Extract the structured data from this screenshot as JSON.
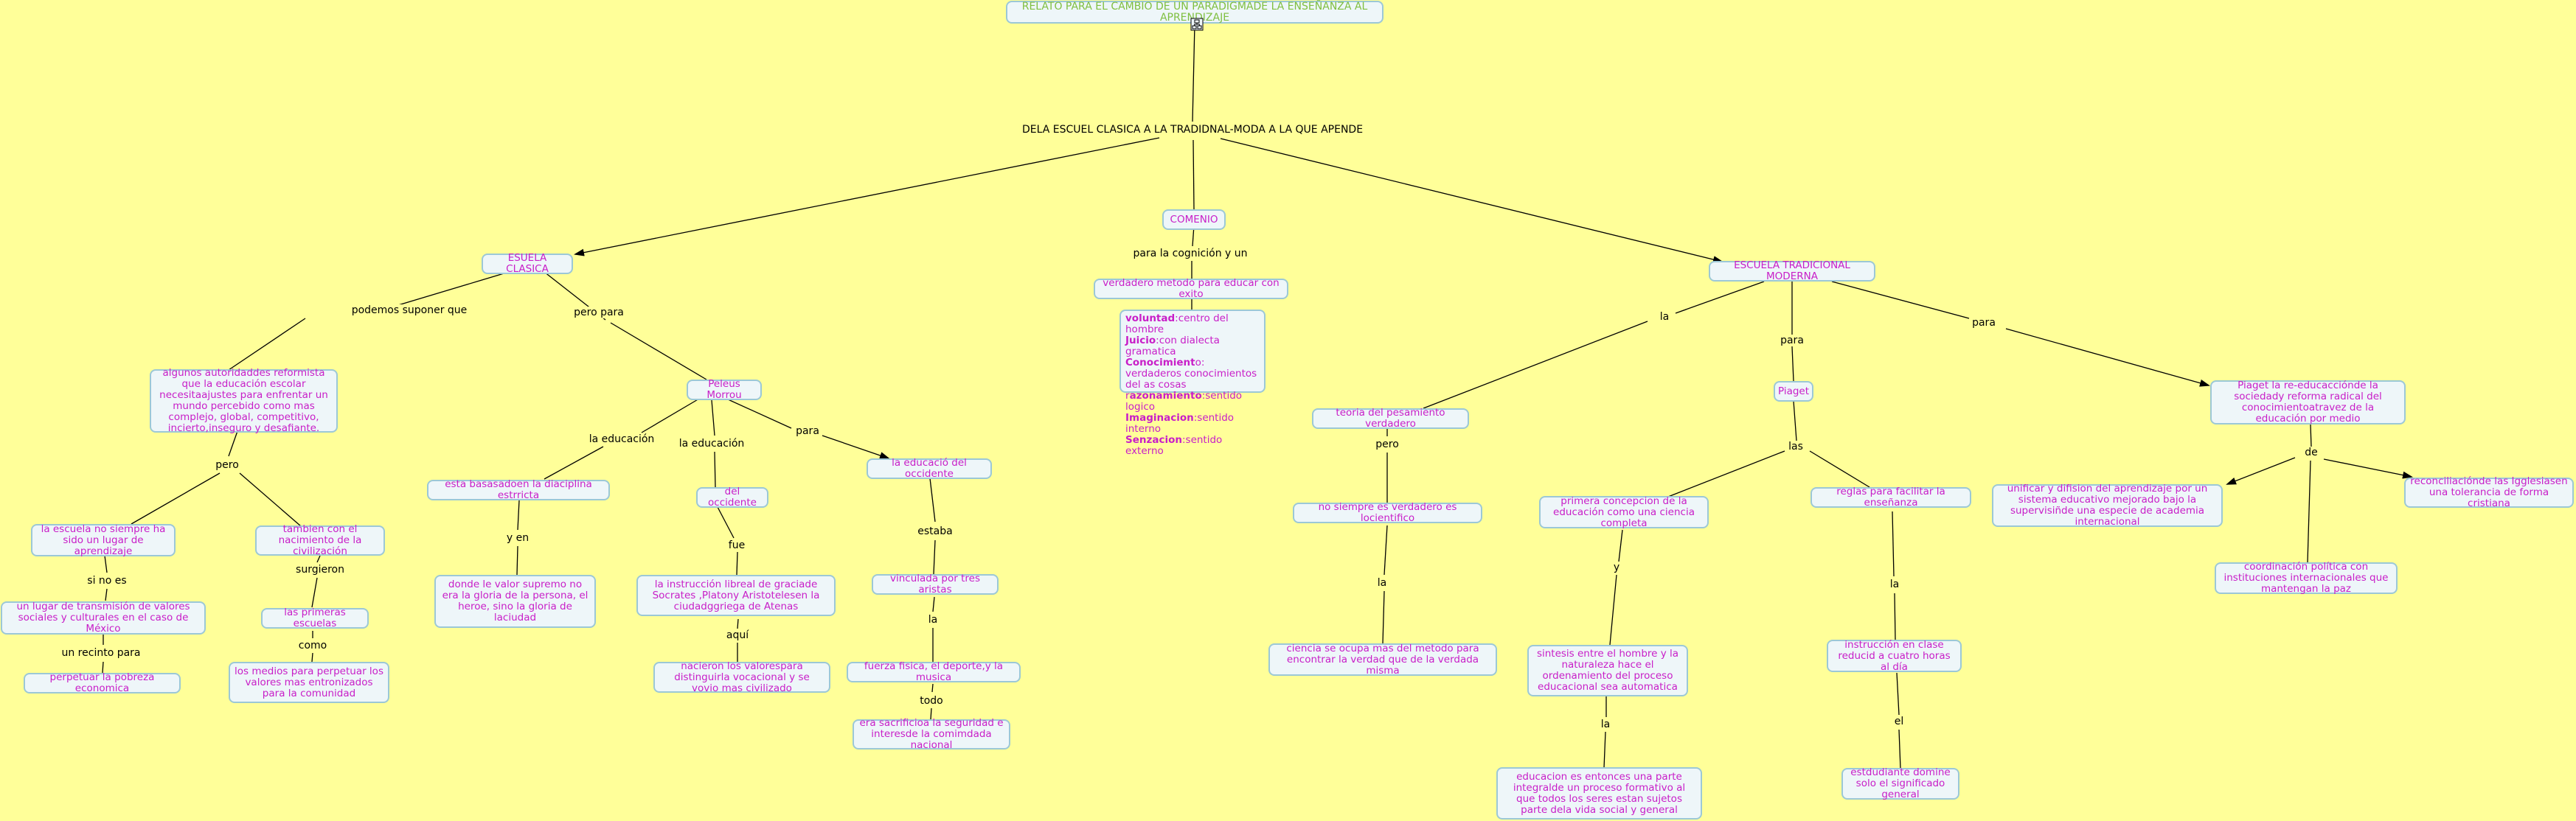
{
  "title": "RELATO PARA EL CAMBIO DE UN PARADIGMADE LA ENSEÑANZA AL APRENDIZAJE",
  "root_link": "DELA ESCUEL CLASICA A LA TRADIDNAL-MODA A LA QUE APENDE",
  "concepts": {
    "comenio": "COMENIO",
    "comenio_link": "para la cognición y un",
    "metodo": "verdadero metodo para educar con exito",
    "facultades": [
      {
        "term": "voluntad",
        "desc": ":centro del hombre"
      },
      {
        "term": "Juicio",
        "desc": ":con dialecta gramatica"
      },
      {
        "term": "Conocimient",
        "desc": "o: verdaderos conocimientos del as cosas"
      },
      {
        "term": "r",
        "desc": ""
      },
      {
        "term": "azonamiento",
        "desc": ":sentido logico"
      },
      {
        "term": "Imaginacion",
        "desc": ":sentido interno"
      },
      {
        "term": "Senzacion",
        "desc": ":sentido externo"
      }
    ],
    "clasica": "ESUELA CLASICA",
    "podemos": "podemos suponer que",
    "pero_para": "pero para",
    "autoridades": "algunos autoridaddes reformista que la educación escolar necesitaajustes para enfrentar un mundo percebido como mas complejo, global, competitivo, incierto,inseguro y desafiante.",
    "pero1": "pero",
    "escuela_no": "la escuela no siempre ha sido un lugar de aprendizaje",
    "si_no_es": "si no es",
    "lugar_transmision": "un lugar de transmisión de valores sociales y culturales en el caso de México",
    "recinto": "un recinto para",
    "pobreza": "perpetuar la pobreza economica",
    "nacimiento": "tambien con el nacimiento de la civilización",
    "surgieron": "surgieron",
    "primeras": "las primeras escuelas",
    "como": "como",
    "medios": "los medios para perpetuar los valores mas entronizados para la comunidad",
    "peleus": "Peleus Morrou",
    "la_educacion1": "la educación",
    "la_educacion2": "la educación",
    "para1": "para",
    "disciplina": "esta basasadoen la diaciplina estrricta",
    "y_en": "y en",
    "valor_supremo": "donde le valor supremo no era la gloria de la persona, el heroe, sino la gloria de laciudad",
    "occidente": "del occidente",
    "fue": "fue",
    "instruccion_libreal": "la instrucción libreal de graciade Socrates ,Platony Aristotelesen la ciudadggriega de Atenas",
    "aqui": "aquí",
    "nacieron": "nacieron los valorespara distinguirla vocacional y se vovio mas civilizado",
    "educacio_occidente": "la educació del occidente",
    "estaba": "estaba",
    "vinculada": "vinculada por tres aristas",
    "la_a": "la",
    "fuerza": "fuerza fisica, el deporte,y la musica",
    "todo": "todo",
    "sacrificioa": "era sacrificioa la seguridad e interesde la comimdada nacional",
    "tradicional": "ESCUELA TRADICIONAL MODERNA",
    "la_t": "la",
    "para_t": "para",
    "para_t2": "para",
    "teoria": "teoria del pesamiento verdadero",
    "pero2": "pero",
    "no_siempre": "no siempre es verdadero es locientifico",
    "la_b": "la",
    "ciencia": "ciencia se ocupa mas del metodo para encontrar la verdad que de la verdada misma",
    "piaget": "Piaget",
    "las": "las",
    "primera_concepcion": "primera concepcion de la educación como una ciencia completa",
    "y": "y",
    "sintesis": "sintesis entre el hombre y la naturaleza hace el ordenamiento del proceso educacional sea automatica",
    "la_c": "la",
    "integralde": "educacion es entonces una parte integralde un proceso formativo al que todos los seres estan sujetos parte dela vida social y general",
    "reglas": "reglas para facilitar la enseñanza",
    "la_d": "la",
    "instruccion_clase": "instrucción en clase reducid a cuatro horas al día",
    "el": "el",
    "estudiante": "estdudiante domine solo el significado general",
    "piaget2": "Piaget  la re-educacciónde la sociedady reforma radical del conocimientoatravez de la educación por medio",
    "de": "de",
    "unificar": "unificar y difision del aprendizaje por un sistema educativo mejorado bajo la supervisiñde una especie  de academia internacional",
    "reconciliacion": "reconciliaciónde las Igglesiasen una tolerancia de forma cristiana",
    "coordinacion": "coordinación política con instituciones internacionales que mantengan la paz"
  }
}
